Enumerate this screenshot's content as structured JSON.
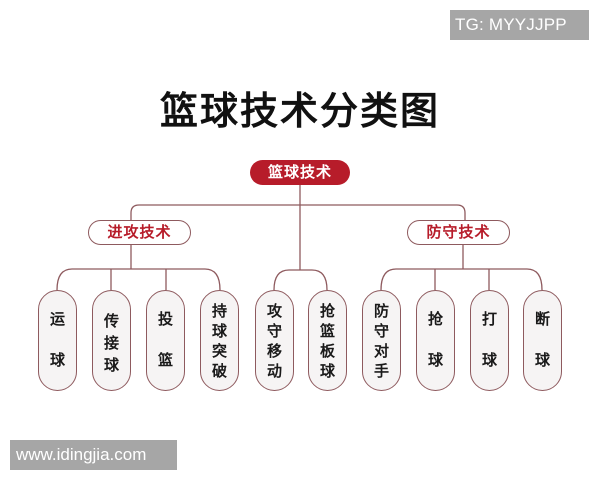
{
  "watermarks": {
    "top": "TG: MYYJJPP",
    "bottom": "www.idingjia.com"
  },
  "title": "篮球技术分类图",
  "tree": {
    "root": {
      "label": "篮球技术",
      "color": "#b71c2a"
    },
    "branches": [
      {
        "label": "进攻技术",
        "leaves": [
          {
            "label": "运球",
            "chars": [
              "运",
              "球"
            ]
          },
          {
            "label": "传接球",
            "chars": [
              "传",
              "接",
              "球"
            ]
          },
          {
            "label": "投篮",
            "chars": [
              "投",
              "篮"
            ]
          },
          {
            "label": "持球突破",
            "chars": [
              "持",
              "球",
              "突",
              "破"
            ]
          }
        ]
      },
      {
        "label": "(shared)",
        "leaves": [
          {
            "label": "攻守移动",
            "chars": [
              "攻",
              "守",
              "移",
              "动"
            ]
          },
          {
            "label": "抢篮板球",
            "chars": [
              "抢",
              "篮",
              "板",
              "球"
            ]
          }
        ]
      },
      {
        "label": "防守技术",
        "leaves": [
          {
            "label": "防守对手",
            "chars": [
              "防",
              "守",
              "对",
              "手"
            ]
          },
          {
            "label": "抢球",
            "chars": [
              "抢",
              "球"
            ]
          },
          {
            "label": "打球",
            "chars": [
              "打",
              "球"
            ]
          },
          {
            "label": "断球",
            "chars": [
              "断",
              "球"
            ]
          }
        ]
      }
    ]
  },
  "colors": {
    "accent": "#b71c2a",
    "line": "#8e5a5e",
    "leaf_fill": "#f6f4f4",
    "watermark_bg": "#a6a6a6"
  }
}
